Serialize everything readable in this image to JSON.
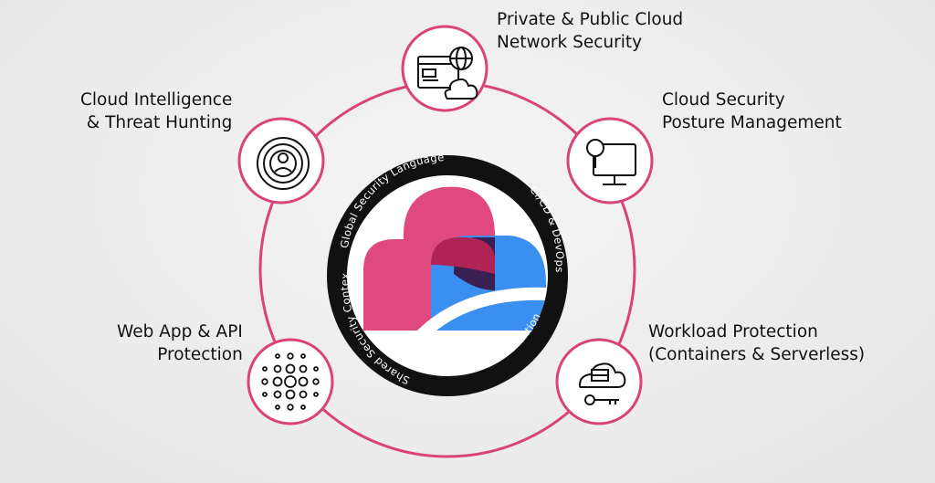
{
  "center": {
    "ring_text_top": "Global Security Language",
    "ring_text_right": "CI/CD & DevOps",
    "ring_text_bottom": "Threat Prevention",
    "ring_text_left": "Shared Security Context"
  },
  "nodes": {
    "network": {
      "line1": "Private & Public Cloud",
      "line2": "Network Security",
      "icon": "browser-globe-cloud-icon"
    },
    "intel": {
      "line1": "Cloud Intelligence",
      "line2": "& Threat Hunting",
      "icon": "target-person-icon"
    },
    "cspm": {
      "line1": "Cloud Security",
      "line2": "Posture Management",
      "icon": "monitor-magnifier-icon"
    },
    "webapp": {
      "line1": "Web App & API",
      "line2": "Protection",
      "icon": "dot-grid-icon"
    },
    "workload": {
      "line1": "Workload Protection",
      "line2": "(Containers & Serverless)",
      "icon": "cloud-server-key-icon"
    }
  },
  "colors": {
    "accent": "#d9437a",
    "ring": "#111111",
    "pink": "#e0497f",
    "blue": "#3a8ff0",
    "overlap": "#3a1f52"
  }
}
